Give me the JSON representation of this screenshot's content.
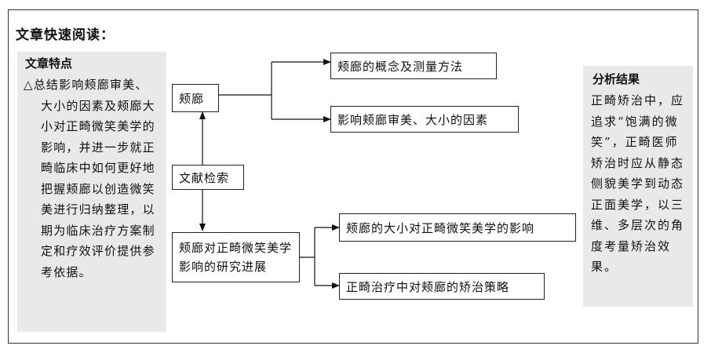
{
  "heading": "文章快速阅读：",
  "left_panel": {
    "title": "文章特点",
    "body": "△总结影响颊廊审美、大小的因素及颊廊大小对正畸微笑美学的影响，并进一步就正畸临床中如何更好地把握颊廊以创造微笑美进行归纳整理，以期为临床治疗方案制定和疗效评价提供参考依据。"
  },
  "right_panel": {
    "title": "分析结果",
    "body": "正畸矫治中，应追求“饱满的微笑”，正畸医师矫治时应从静态侧貌美学到动态正面美学，以三维、多层次的角度考量矫治效果。"
  },
  "flow": {
    "source": "文献检索",
    "topic_a": "颊廊",
    "topic_a_items": [
      "颊廊的概念及测量方法",
      "影响颊廊审美、大小的因素"
    ],
    "topic_b": "颊廊对正畸微笑美学影响的研究进展",
    "topic_b_items": [
      "颊廊的大小对正畸微笑美学的影响",
      "正畸治疗中对颊廊的矫治策略"
    ]
  }
}
